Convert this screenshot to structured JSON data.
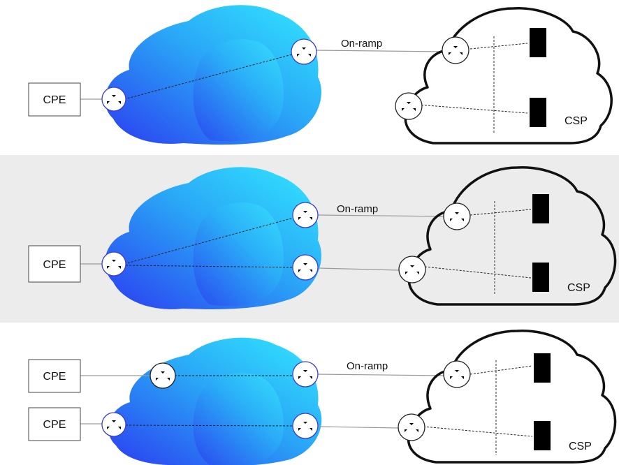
{
  "labels": {
    "cpe": "CPE",
    "csp": "CSP",
    "on_ramp": "On-ramp"
  },
  "colors": {
    "provider_cloud_light": "#32e8ff",
    "provider_cloud_dark": "#2b3cf0",
    "panel_highlight_bg": "#ececec",
    "csp_cloud_outline": "#111111",
    "router_outline_blue": "#3b3bd0"
  },
  "icons": [
    "router-icon",
    "server-stack-icon",
    "provider-cloud",
    "csp-cloud-outline"
  ]
}
